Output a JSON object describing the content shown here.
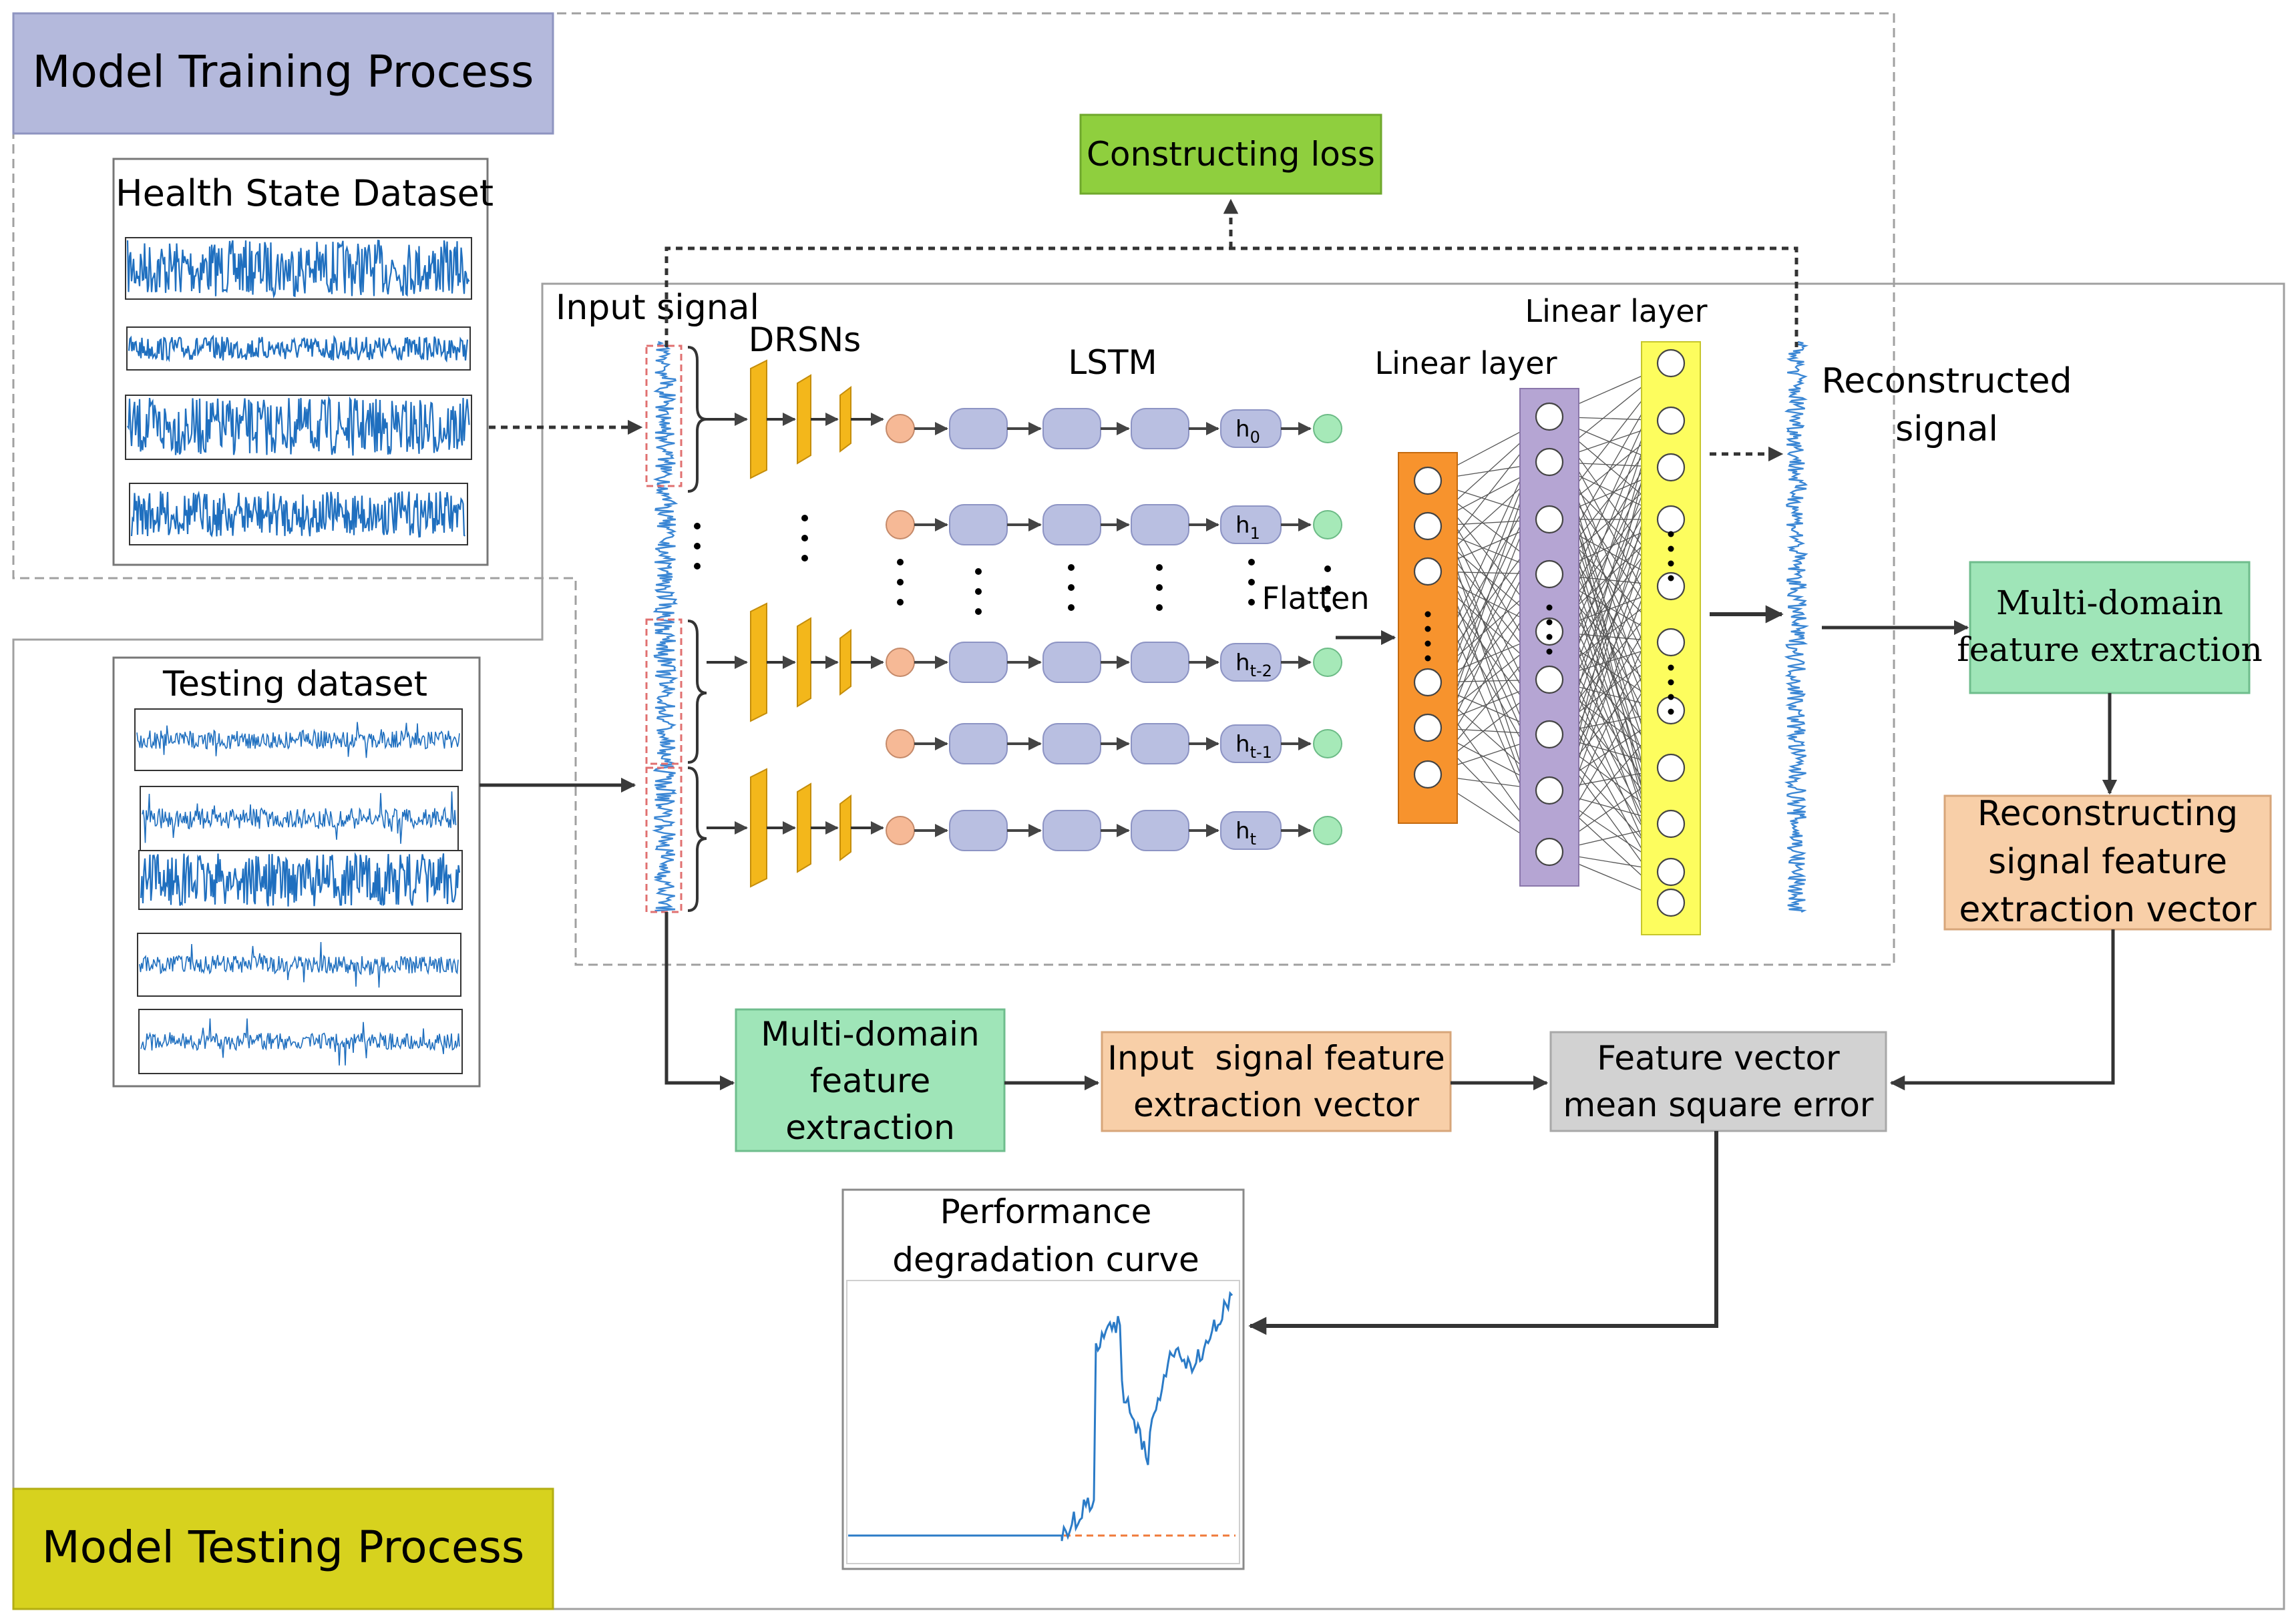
{
  "titles": {
    "training": "Model Training Process",
    "testing": "Model Testing Process"
  },
  "labels": {
    "health_dataset": "Health State Dataset",
    "testing_dataset": "Testing dataset",
    "input_signal": "Input signal",
    "drsns": "DRSNs",
    "lstm": "LSTM",
    "flatten": "Flatten",
    "linear_layer_1": "Linear layer",
    "linear_layer_2": "Linear layer",
    "reconstructed_1": "Reconstructed",
    "reconstructed_2": "signal",
    "constructing_loss": "Constructing loss",
    "mdfe_right_1": "Multi-domain",
    "mdfe_right_2": "feature extraction",
    "recon_vec_1": "Reconstructing",
    "recon_vec_2": "signal feature",
    "recon_vec_3": "extraction vector",
    "mdfe_bottom_1": "Multi-domain",
    "mdfe_bottom_2": "feature",
    "mdfe_bottom_3": "extraction",
    "input_vec_1": "Input  signal feature",
    "input_vec_2": "extraction vector",
    "mse_1": "Feature vector",
    "mse_2": "mean square error",
    "perf_1": "Performance",
    "perf_2": "degradation curve"
  },
  "hidden_states": [
    {
      "base": "h",
      "sub": "0"
    },
    {
      "base": "h",
      "sub": "1"
    },
    {
      "base": "h",
      "sub": "t-2"
    },
    {
      "base": "h",
      "sub": "t-1"
    },
    {
      "base": "h",
      "sub": "t"
    }
  ],
  "colors": {
    "training_title_bg": "#b4b9dc",
    "testing_title_bg": "#d7d21e",
    "loss_bg": "#8fcf3e",
    "mdfe_bg": "#9fe5b8",
    "peach_bg": "#f8cfa8",
    "mse_bg": "#d2d2d2",
    "drsn": "#f3b71b",
    "lstm_cell": "#b9bfe1",
    "lstm_input": "#f6b996",
    "lstm_output": "#a6e9b8",
    "layer_orange": "#f7932d",
    "layer_purple": "#b5a5d3",
    "layer_yellow": "#fdfd5e",
    "signal_blue": "#1f6fbf",
    "curve_blue": "#2b7bc7",
    "threshold_red": "#f07a3a"
  }
}
